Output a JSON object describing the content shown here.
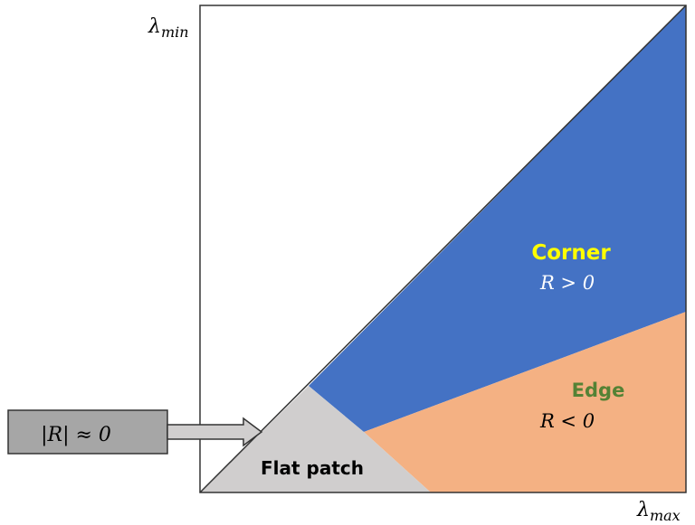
{
  "axes": {
    "y_label": "λ",
    "y_label_sub": "min",
    "x_label": "λ",
    "x_label_sub": "max"
  },
  "regions": {
    "corner": {
      "label": "Corner",
      "condition": "R > 0",
      "fill": "#4472c4",
      "label_color": "#ffff00"
    },
    "edge": {
      "label": "Edge",
      "condition": "R < 0",
      "fill": "#f4b183",
      "label_color": "#548235"
    },
    "flat": {
      "label": "Flat patch",
      "fill": "#d0cece"
    }
  },
  "callout": {
    "text": "|R| ≈ 0",
    "fill": "#a6a6a6"
  }
}
